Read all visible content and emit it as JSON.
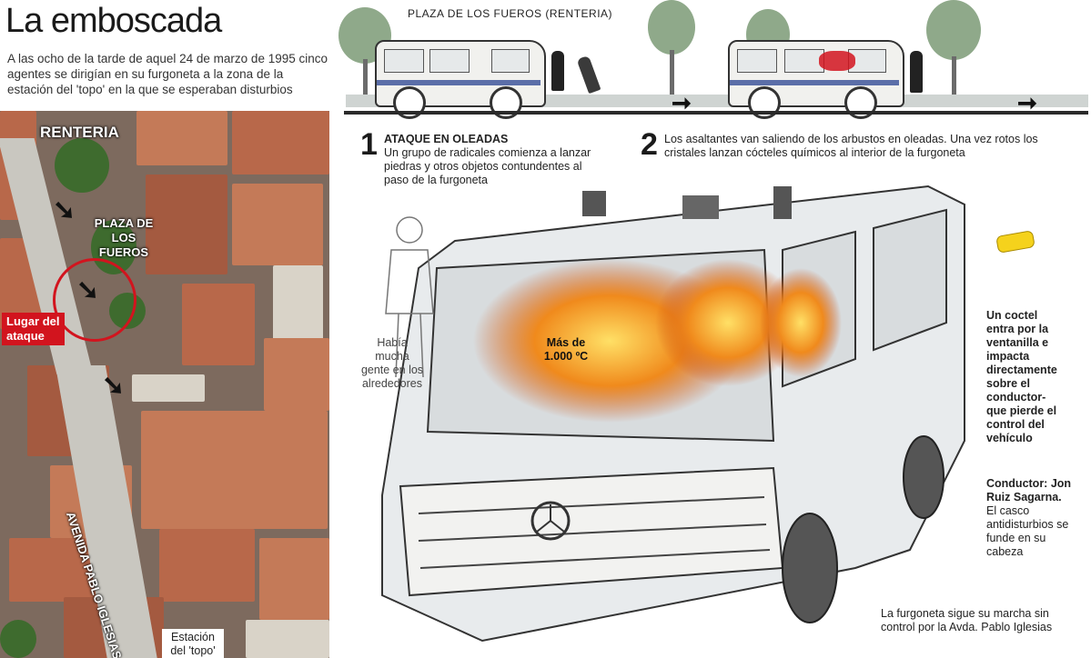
{
  "title": "La emboscada",
  "intro": "A las ocho de la tarde de aquel 24 de marzo de 1995 cinco agentes se dirigían en su furgoneta a la zona de la estación del 'topo' en la que se esperaban disturbios",
  "map": {
    "city_label": "RENTERIA",
    "plaza_label_1": "PLAZA DE",
    "plaza_label_2": "LOS FUEROS",
    "attack_label_1": "Lugar del",
    "attack_label_2": "ataque",
    "avenue_label": "AVENIDA PABLO IGLESIAS",
    "station_label_1": "Estación",
    "station_label_2": "del 'topo'",
    "arrow_glyph": "➘"
  },
  "top_scene": {
    "plaza_caption": "PLAZA DE LOS FUEROS (RENTERIA)",
    "direction_glyph": "➞"
  },
  "steps": [
    {
      "number": "1",
      "heading": "ATAQUE EN OLEADAS",
      "text": "Un grupo de radicales comienza a lanzar piedras y otros objetos contundentes al paso de la furgoneta"
    },
    {
      "number": "2",
      "text": "Los asaltantes van saliendo de los arbustos en oleadas. Una vez rotos los cristales lanzan cócteles químicos al interior de la furgoneta"
    }
  ],
  "annotations": {
    "crowd": "Había mucha gente en los alrededores",
    "temperature_1": "Más de",
    "temperature_2": "1.000 ºC",
    "cocktail": "Un coctel entra por la ventanilla e impacta directamente sobre el conductor- que pierde el control del vehículo",
    "driver_heading": "Conductor: Jon Ruiz Sagarna.",
    "driver_text": "El casco antidisturbios se funde en su cabeza",
    "outcome": "La furgoneta sigue su marcha sin control por la Avda. Pablo Iglesias"
  },
  "colors": {
    "accent_red": "#d2141e",
    "van_stripe": "#5b6ea8",
    "fire": "#f08a1c"
  }
}
